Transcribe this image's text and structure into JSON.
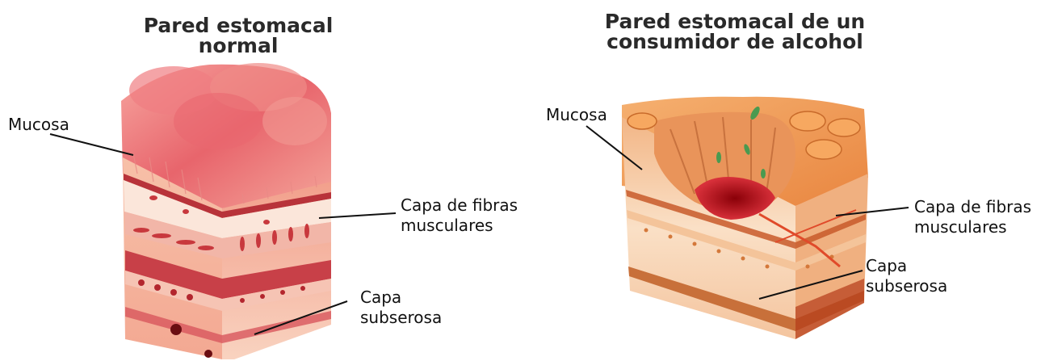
{
  "left_panel": {
    "title_line1": "Pared estomacal",
    "title_line2": "normal",
    "labels": {
      "mucosa": "Mucosa",
      "muscle_line1": "Capa de fibras",
      "muscle_line2": "musculares",
      "subserosa_line1": "Capa",
      "subserosa_line2": "subserosa"
    }
  },
  "right_panel": {
    "title_line1": "Pared estomacal de un",
    "title_line2": "consumidor de alcohol",
    "labels": {
      "mucosa": "Mucosa",
      "muscle_line1": "Capa de fibras",
      "muscle_line2": "musculares",
      "subserosa_line1": "Capa",
      "subserosa_line2": "subserosa"
    }
  },
  "colors": {
    "mucosa_top": "#f08a8e",
    "mucosa_side": "#f6b9a2",
    "muscle_red": "#c8383d",
    "tissue_light": "#fbe6da",
    "damaged_orange": "#f0a050",
    "ulcer_red": "#c0101a"
  }
}
